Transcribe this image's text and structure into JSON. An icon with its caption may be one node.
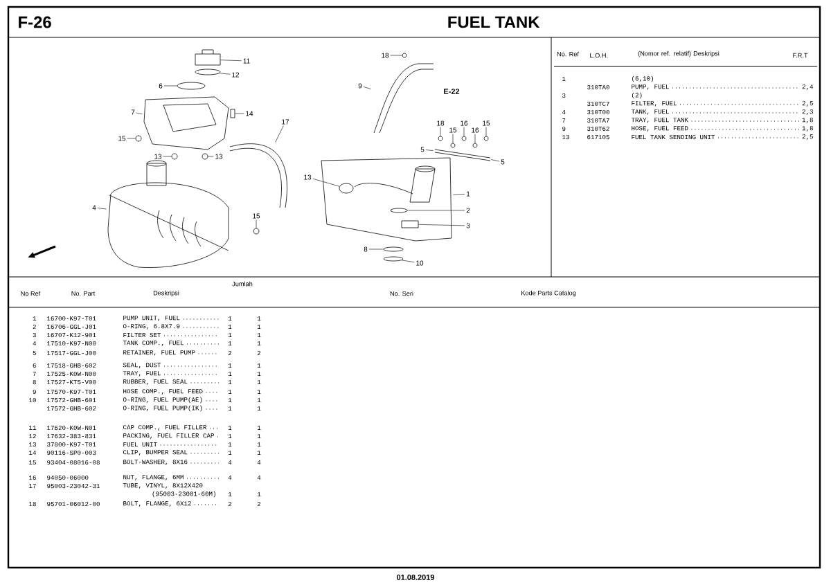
{
  "diagram": {
    "title": "FUEL TANK",
    "nodes": [
      {
        "text": [
          "11"
        ]
      },
      {
        "text": [
          "12"
        ]
      },
      {
        "text": [
          "6"
        ]
      },
      {
        "text": [
          "7"
        ]
      },
      {
        "text": [
          "14"
        ]
      },
      {
        "text": [
          "15"
        ]
      },
      {
        "text": [
          "13"
        ]
      },
      {
        "text": [
          "13"
        ]
      },
      {
        "text": [
          "4"
        ]
      },
      {
        "text": [
          "17"
        ]
      },
      {
        "text": [
          "15"
        ]
      },
      {
        "text": [
          "18"
        ]
      },
      {
        "text": [
          "9"
        ]
      },
      {
        "text": [
          "18"
        ]
      },
      {
        "text": [
          "15"
        ]
      },
      {
        "text": [
          "16"
        ]
      },
      {
        "text": [
          "16"
        ]
      },
      {
        "text": [
          "15"
        ]
      },
      {
        "text": [
          "5"
        ]
      },
      {
        "text": [
          "5"
        ]
      },
      {
        "text": [
          "13"
        ]
      },
      {
        "text": [
          "1"
        ]
      },
      {
        "text": [
          "2"
        ]
      },
      {
        "text": [
          "3"
        ]
      },
      {
        "text": [
          "8"
        ]
      },
      {
        "text": [
          "10"
        ]
      },
      {
        "text": [],
        "shape": "picture"
      },
      {
        "text": [],
        "shape": "ellipse"
      },
      {
        "text": [],
        "shape": "ellipse"
      },
      {
        "text": [],
        "shape": "picture"
      },
      {
        "text": [],
        "shape": "box"
      },
      {
        "text": [],
        "shape": "circle"
      },
      {
        "text": [],
        "shape": "circle"
      },
      {
        "text": [],
        "shape": "circle"
      },
      {
        "text": [],
        "shape": "picture"
      },
      {
        "text": [],
        "shape": "picture"
      },
      {
        "text": [],
        "shape": "circle"
      },
      {
        "text": [],
        "shape": "circle"
      },
      {
        "text": [],
        "shape": "picture"
      },
      {
        "text": [],
        "shape": "circle"
      },
      {
        "text": [],
        "shape": "circle"
      },
      {
        "text": [],
        "shape": "circle"
      },
      {
        "text": [],
        "shape": "circle"
      },
      {
        "text": [],
        "shape": "circle"
      },
      {
        "text": [],
        "shape": "picture"
      },
      {
        "text": [],
        "shape": "picture"
      },
      {
        "text": [],
        "shape": "ellipse",
        "in": 45
      },
      {
        "text": [],
        "shape": "ellipse",
        "in": 45
      },
      {
        "text": [],
        "shape": "box",
        "in": 45
      },
      {
        "text": [],
        "shape": "ellipse"
      },
      {
        "text": [],
        "shape": "ellipse"
      }
    ],
    "edges": [
      {
        "from": 0,
        "to": 26,
        "arrow": "none"
      },
      {
        "from": 1,
        "to": 27,
        "arrow": "none"
      },
      {
        "from": 2,
        "to": 28,
        "arrow": "none"
      },
      {
        "from": 3,
        "to": 29,
        "arrow": "none"
      },
      {
        "from": 4,
        "to": 30,
        "arrow": "none"
      },
      {
        "from": 5,
        "to": 31,
        "arrow": "none"
      },
      {
        "from": 6,
        "to": 32,
        "arrow": "none"
      },
      {
        "from": 7,
        "to": 33,
        "arrow": "none"
      },
      {
        "from": 8,
        "to": 34,
        "arrow": "none"
      },
      {
        "from": 9,
        "to": 35,
        "arrow": "none"
      },
      {
        "from": 10,
        "to": 36,
        "arrow": "none"
      },
      {
        "from": 11,
        "to": 37,
        "arrow": "none"
      },
      {
        "from": 12,
        "to": 38,
        "arrow": "none"
      },
      {
        "from": 13,
        "to": 39,
        "arrow": "none"
      },
      {
        "from": 14,
        "to": 40,
        "arrow": "none"
      },
      {
        "from": 15,
        "to": 41,
        "arrow": "none"
      },
      {
        "from": 16,
        "to": 42,
        "arrow": "none"
      },
      {
        "from": 17,
        "to": 43,
        "arrow": "none"
      },
      {
        "from": 18,
        "to": 44,
        "arrow": "none"
      },
      {
        "from": 19,
        "to": 44,
        "arrow": "none"
      },
      {
        "from": 20,
        "to": 46,
        "arrow": "none"
      },
      {
        "from": 21,
        "to": 45,
        "arrow": "none"
      },
      {
        "from": 22,
        "to": 47,
        "arrow": "none"
      },
      {
        "from": 23,
        "to": 48,
        "arrow": "none"
      },
      {
        "from": 24,
        "to": 49,
        "arrow": "none"
      },
      {
        "from": 25,
        "to": 50,
        "arrow": "none"
      }
    ],
    "labels": [
      "F-26",
      "E-22",
      "No. Ref",
      "L.O.H.",
      "(Nomor ref. relatif) Deskripsi",
      "F.R.T",
      "1",
      "(6,10)",
      "310TA0",
      "PUMP, FUEL",
      "2,4",
      "3",
      "(2)",
      "310TC7",
      "FILTER, FUEL",
      "2,5",
      "4",
      "310T00",
      "TANK, FUEL",
      "2,3",
      "7",
      "310TA7",
      "TRAY, FUEL TANK",
      "1,8",
      "9",
      "310T62",
      "HOSE, FUEL FEED",
      "1,8",
      "13",
      "617105",
      "FUEL TANK SENDING UNIT",
      "2,5",
      "No Ref",
      "No. Part",
      "Deskripsi",
      "Jumlah",
      "No. Seri",
      "Kode Parts Catalog",
      "1",
      "16700-K97-T01",
      "PUMP UNIT, FUEL",
      "1",
      "1",
      "2",
      "16706-GGL-J01",
      "O-RING, 6.8X7.9",
      "1",
      "1",
      "3",
      "16707-K12-901",
      "FILTER SET",
      "1",
      "1",
      "4",
      "17510-K97-N00",
      "TANK COMP., FUEL",
      "1",
      "1",
      "5",
      "17517-GGL-J00",
      "RETAINER, FUEL PUMP",
      "2",
      "2",
      "6",
      "17518-GHB-602",
      "SEAL, DUST",
      "1",
      "1",
      "7",
      "17525-K0W-N00",
      "TRAY, FUEL",
      "1",
      "1",
      "8",
      "17527-KT5-V00",
      "RUBBER, FUEL SEAL",
      "1",
      "1",
      "9",
      "17570-K97-T01",
      "HOSE COMP., FUEL FEED",
      "1",
      "1",
      "10",
      "17572-GHB-601",
      "O-RING, FUEL PUMP(AE)",
      "1",
      "1",
      "17572-GHB-602",
      "O-RING, FUEL PUMP(IK)",
      "1",
      "1",
      "11",
      "17620-K0W-N01",
      "CAP COMP., FUEL FILLER",
      "1",
      "1",
      "12",
      "17632-383-831",
      "PACKING, FUEL FILLER CAP",
      "1",
      "1",
      "13",
      "37800-K97-T01",
      "FUEL UNIT",
      "1",
      "1",
      "14",
      "90116-SP0-003",
      "CLIP, BUMPER SEAL",
      "1",
      "1",
      "15",
      "93404-08016-08",
      "BOLT-WASHER, 8X16",
      "4",
      "4",
      "16",
      "94050-06000",
      "NUT, FLANGE, 6MM",
      "4",
      "4",
      "17",
      "95003-23042-31",
      "TUBE, VINYL, 8X12X420",
      "(95003-23001-60M)",
      "1",
      "1",
      "18",
      "95701-06012-00",
      "BOLT, FLANGE, 6X12",
      "2",
      "2",
      "01.08.2019"
    ]
  }
}
